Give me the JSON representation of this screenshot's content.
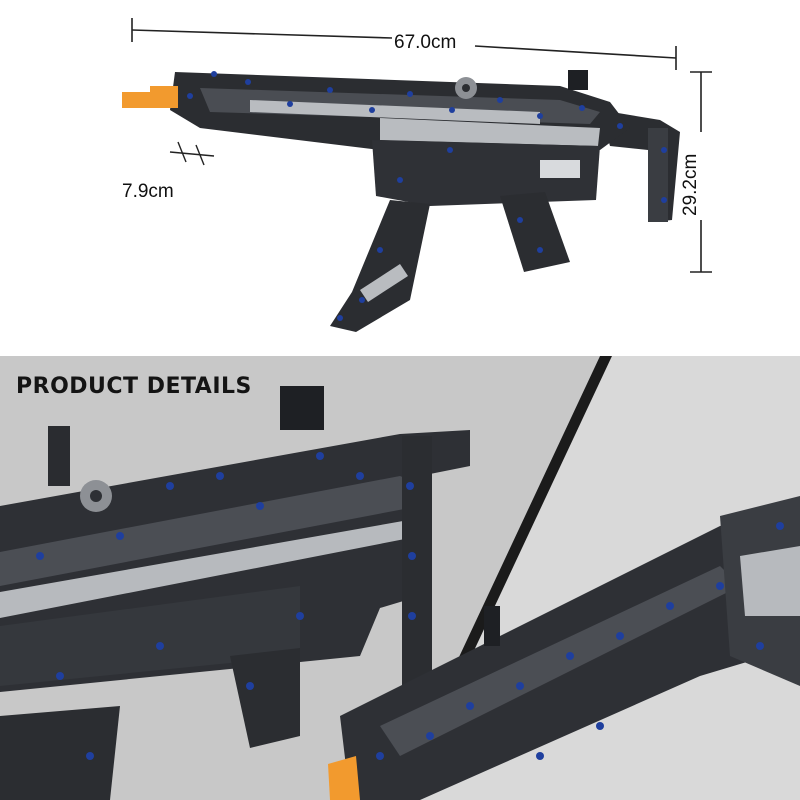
{
  "dimensions": {
    "length": "67.0cm",
    "height": "29.2cm",
    "width": "7.9cm"
  },
  "details": {
    "title": "PRODUCT DETAILS"
  },
  "colors": {
    "body_dark": "#2b2d31",
    "body_mid": "#4a4d53",
    "silver_panel": "#b9bcc0",
    "muzzle_orange": "#f29a2e",
    "pin_blue": "#1f3f9e",
    "background_gray": "#c9c9c9"
  }
}
